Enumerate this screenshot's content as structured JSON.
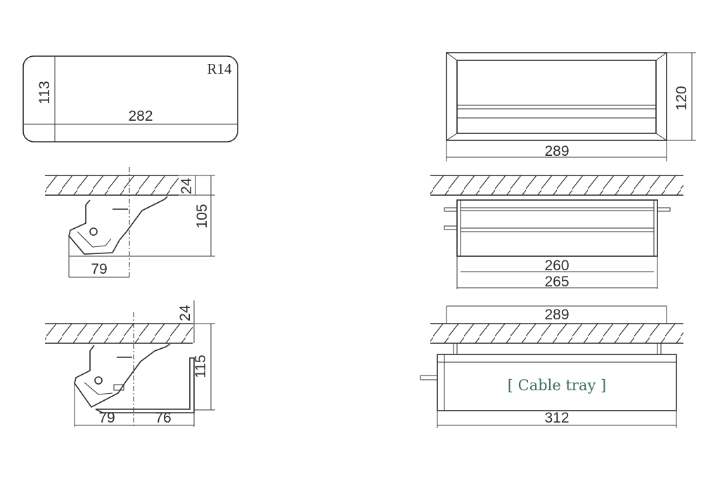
{
  "cover_plate": {
    "radius": "R14",
    "width": "282",
    "height": "113"
  },
  "side_view_closed": {
    "depth": "105",
    "slab": "24",
    "reach": "79"
  },
  "side_view_tray": {
    "depth": "115",
    "slab": "24",
    "reach_left": "79",
    "reach_right": "76"
  },
  "front_view": {
    "frame_width": "289",
    "frame_height": "120"
  },
  "front_section": {
    "inner_width": "260",
    "outer_width": "265"
  },
  "front_tray_view": {
    "frame_width": "289",
    "tray_width": "312",
    "tray_label": "[ Cable tray ]"
  },
  "colors": {
    "line": "#2b2b2b",
    "tray_label": "#3c6b62"
  }
}
